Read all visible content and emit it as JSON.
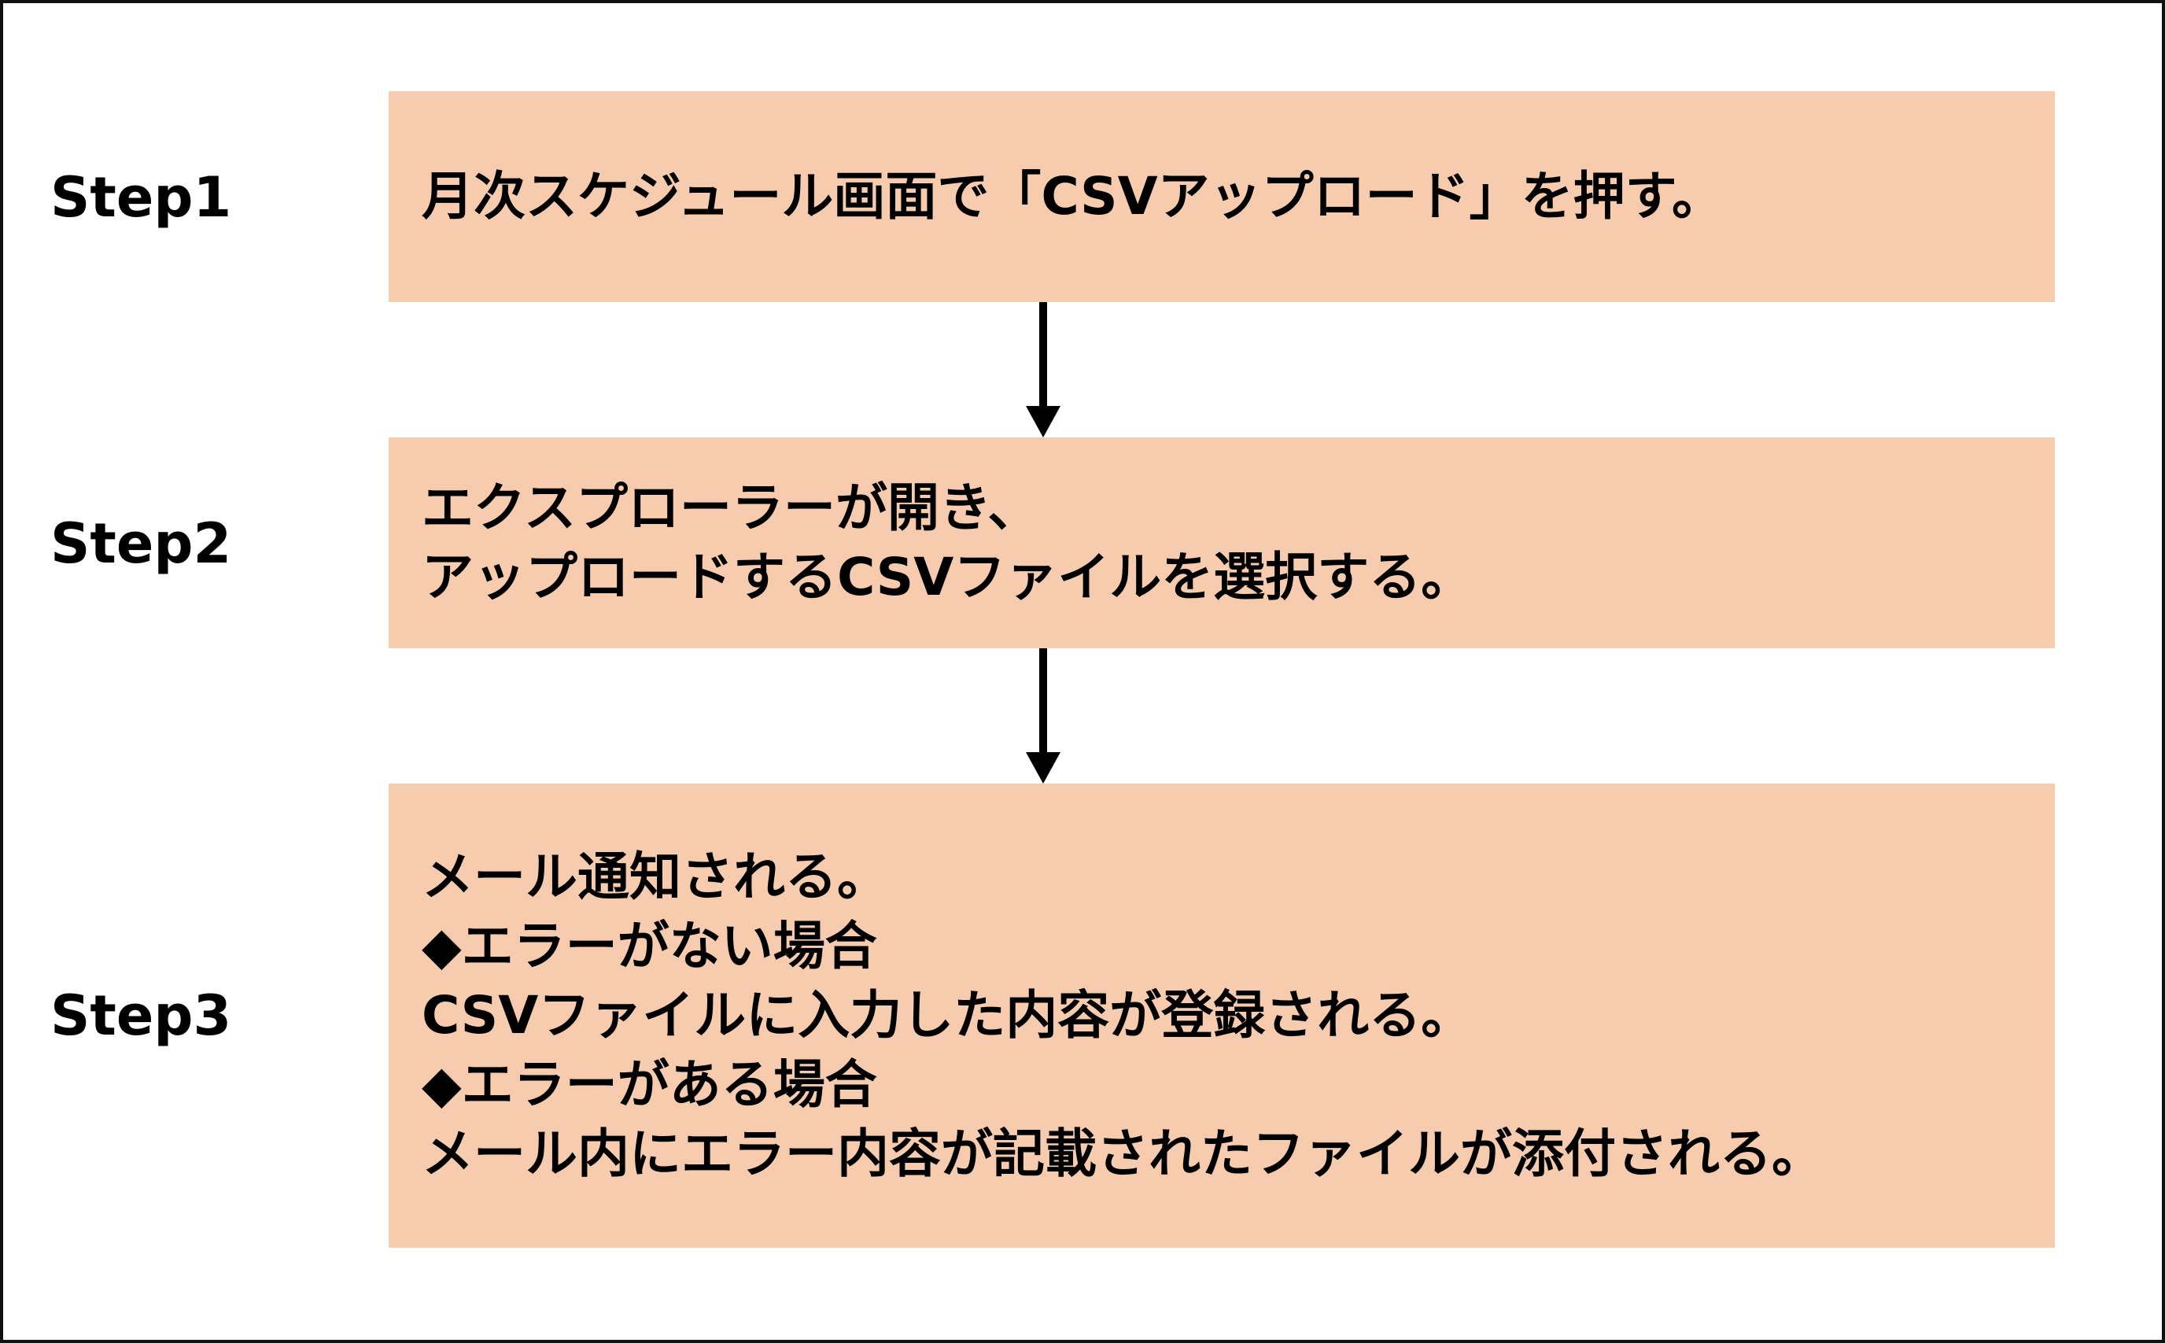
{
  "colors": {
    "box_fill": "#F7CBAD",
    "arrow": "#000000",
    "text": "#000000",
    "border": "#111111"
  },
  "steps": [
    {
      "label": "Step1",
      "lines": [
        "月次スケジュール画面で「CSVアップロード」を押す。"
      ]
    },
    {
      "label": "Step2",
      "lines": [
        "エクスプローラーが開き、",
        "アップロードするCSVファイルを選択する。"
      ]
    },
    {
      "label": "Step3",
      "lines": [
        "メール通知される。",
        "◆エラーがない場合",
        "CSVファイルに入力した内容が登録される。",
        "◆エラーがある場合",
        "メール内にエラー内容が記載されたファイルが添付される。"
      ]
    }
  ]
}
